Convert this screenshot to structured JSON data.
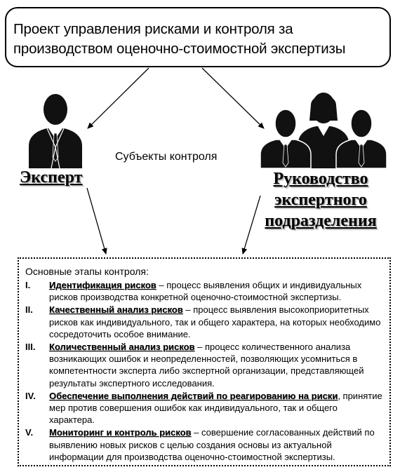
{
  "project_title": "Проект управления рисками и контроля за производством оценочно-стоимостной экспертизы",
  "subjects_label": "Субъекты контроля",
  "expert_label": "Эксперт",
  "management_label": [
    "Руководство",
    "экспертного",
    "подразделения"
  ],
  "stages": {
    "heading": "Основные этапы контроля:",
    "items": [
      {
        "num": "I.",
        "term": "Идентификация рисков",
        "text": " – процесс выявления общих и индивидуальных рисков производства конкретной оценочно-стоимостной экспертизы."
      },
      {
        "num": "II.",
        "term": "Качественный анализ рисков",
        "text": " – процесс выявления высокоприоритетных рисков как индивидуального, так и общего характера, на которых необходимо сосредоточить особое внимание."
      },
      {
        "num": "III.",
        "term": "Количественный анализ рисков",
        "text": " – процесс количественного анализа возникающих ошибок и неопределенностей, позволяющих усомниться в компетентности эксперта либо экспертной организации, представляющей результаты экспертного исследования."
      },
      {
        "num": "IV.",
        "term": "Обеспечение выполнения действий по реагированию на риски",
        "text": ", принятие мер против совершения ошибок как индивидуального, так и общего характера."
      },
      {
        "num": "V.",
        "term": "Мониторинг и контроль рисков",
        "text": " – совершение согласованных действий по выявлению новых рисков с целью создания основы из актуальной информации для производства оценочно-стоимостной экспертизы."
      }
    ]
  }
}
